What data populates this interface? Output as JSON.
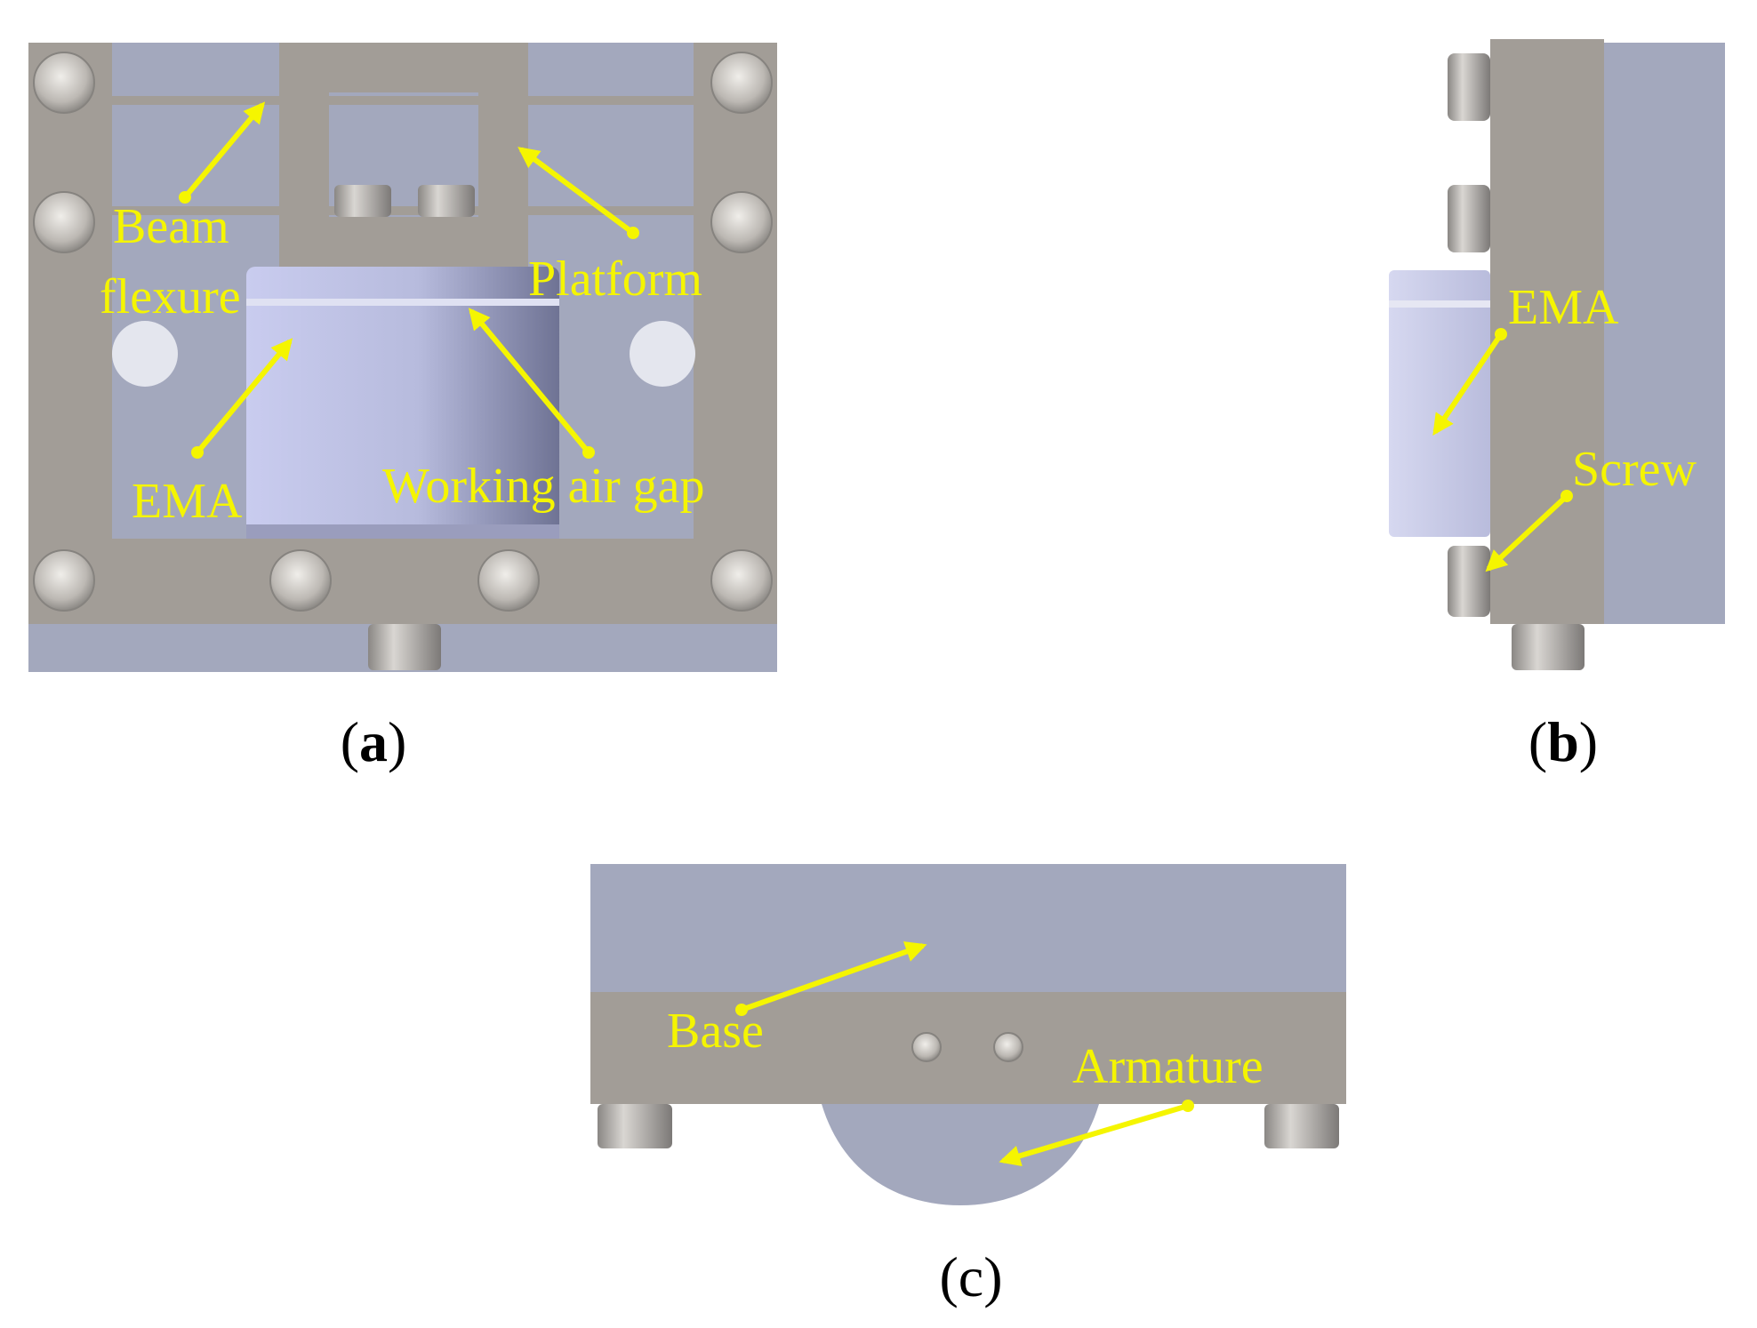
{
  "panels": [
    {
      "id": "a",
      "caption_open": "(",
      "caption_letter": "a",
      "caption_close": ")",
      "labels": {
        "beam_1": "Beam",
        "beam_2": "flexure",
        "platform": "Platform",
        "ema": "EMA",
        "gap": "Working air gap"
      }
    },
    {
      "id": "b",
      "caption_open": "(",
      "caption_letter": "b",
      "caption_close": ")",
      "labels": {
        "ema": "EMA",
        "screw": "Screw"
      }
    },
    {
      "id": "c",
      "caption_open": "(",
      "caption_letter": "c",
      "caption_close": ")",
      "labels": {
        "base": "Base",
        "armature": "Armature"
      }
    }
  ],
  "colors": {
    "frame": "#a29d97",
    "base_blue": "#a3a8bd",
    "coil": "#c4c8e8",
    "annotation": "#f5f500",
    "hole": "#e4e6ee"
  }
}
